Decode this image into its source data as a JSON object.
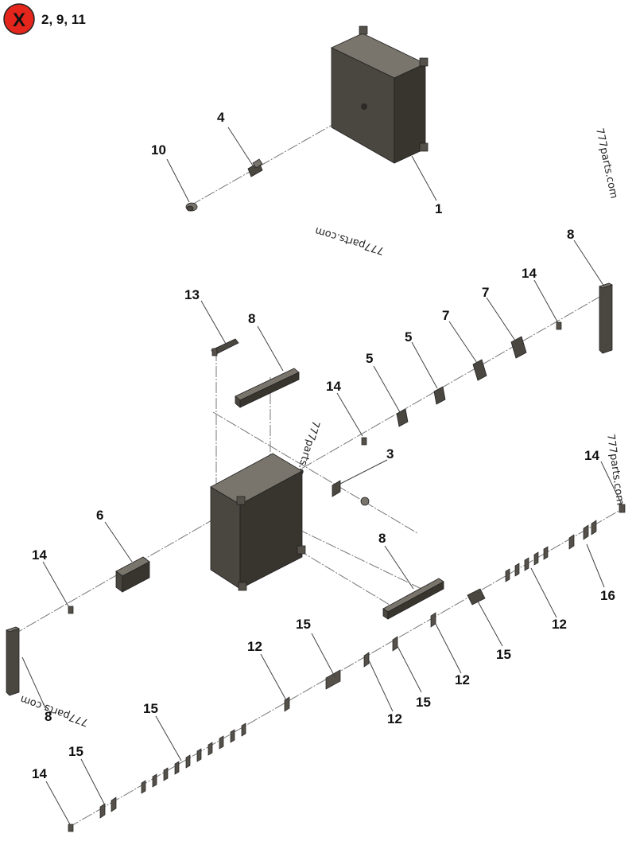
{
  "header": {
    "badge_symbol": "X",
    "excluded_items": "2, 9, 11",
    "badge_color": "#e4261c"
  },
  "watermark": "777parts.com",
  "callouts": {
    "c1": "1",
    "c4": "4",
    "c10": "10",
    "c8_top_right": "8",
    "c14_top": "14",
    "c7_a": "7",
    "c7_b": "7",
    "c5_a": "5",
    "c5_b": "5",
    "c13": "13",
    "c8_upper": "8",
    "c14_mid": "14",
    "c3": "3",
    "c6": "6",
    "c14_left": "14",
    "c14_right": "14",
    "c16": "16",
    "c8_lower": "8",
    "c12_right": "12",
    "c15_mid": "15",
    "c12_mid": "12",
    "c15_c": "15",
    "c15_d": "15",
    "c12_c": "12",
    "c12_d": "12",
    "c8_left": "8",
    "c15_long": "15",
    "c15_left": "15",
    "c14_bottom": "14"
  },
  "colors": {
    "part_fill": "#4a4640",
    "badge": "#e4261c"
  }
}
